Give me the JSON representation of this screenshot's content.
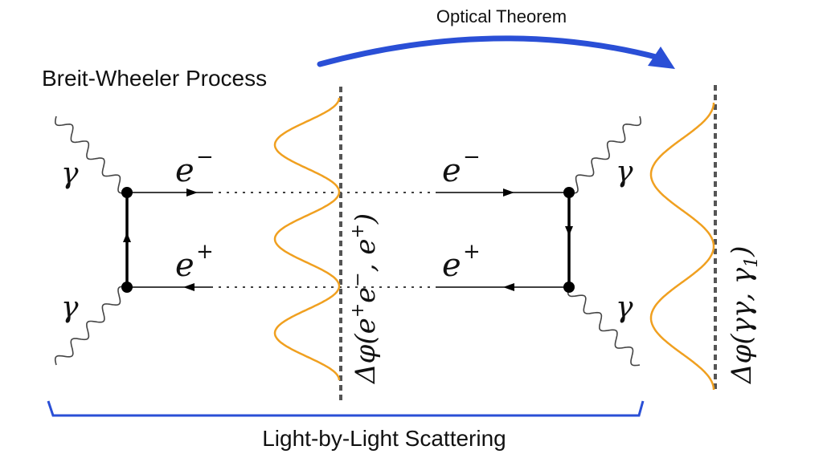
{
  "titles": {
    "optical_theorem": "Optical Theorem",
    "breit_wheeler": "Breit-Wheeler Process",
    "light_by_light": "Light-by-Light Scattering"
  },
  "particles": {
    "photon": "γ",
    "electron": "e",
    "electron_sup": "−",
    "positron": "e",
    "positron_sup": "+"
  },
  "axis_labels": {
    "left": {
      "prefix": "Δφ(e",
      "sup1": "+",
      "mid": "e",
      "sup2": "−",
      "sep": ", e",
      "sup3": "+",
      "suffix": ")"
    },
    "right": {
      "prefix": "Δφ(γγ, γ",
      "sub": "1",
      "suffix": ")"
    }
  },
  "distributions": {
    "left_peaks": 3,
    "right_peaks": 2
  },
  "colors": {
    "arrow": "#2a4fd6",
    "bracket": "#2a4fd6",
    "curve": "#f0a020",
    "dashed_axis": "#555555",
    "lines": "#000000"
  }
}
